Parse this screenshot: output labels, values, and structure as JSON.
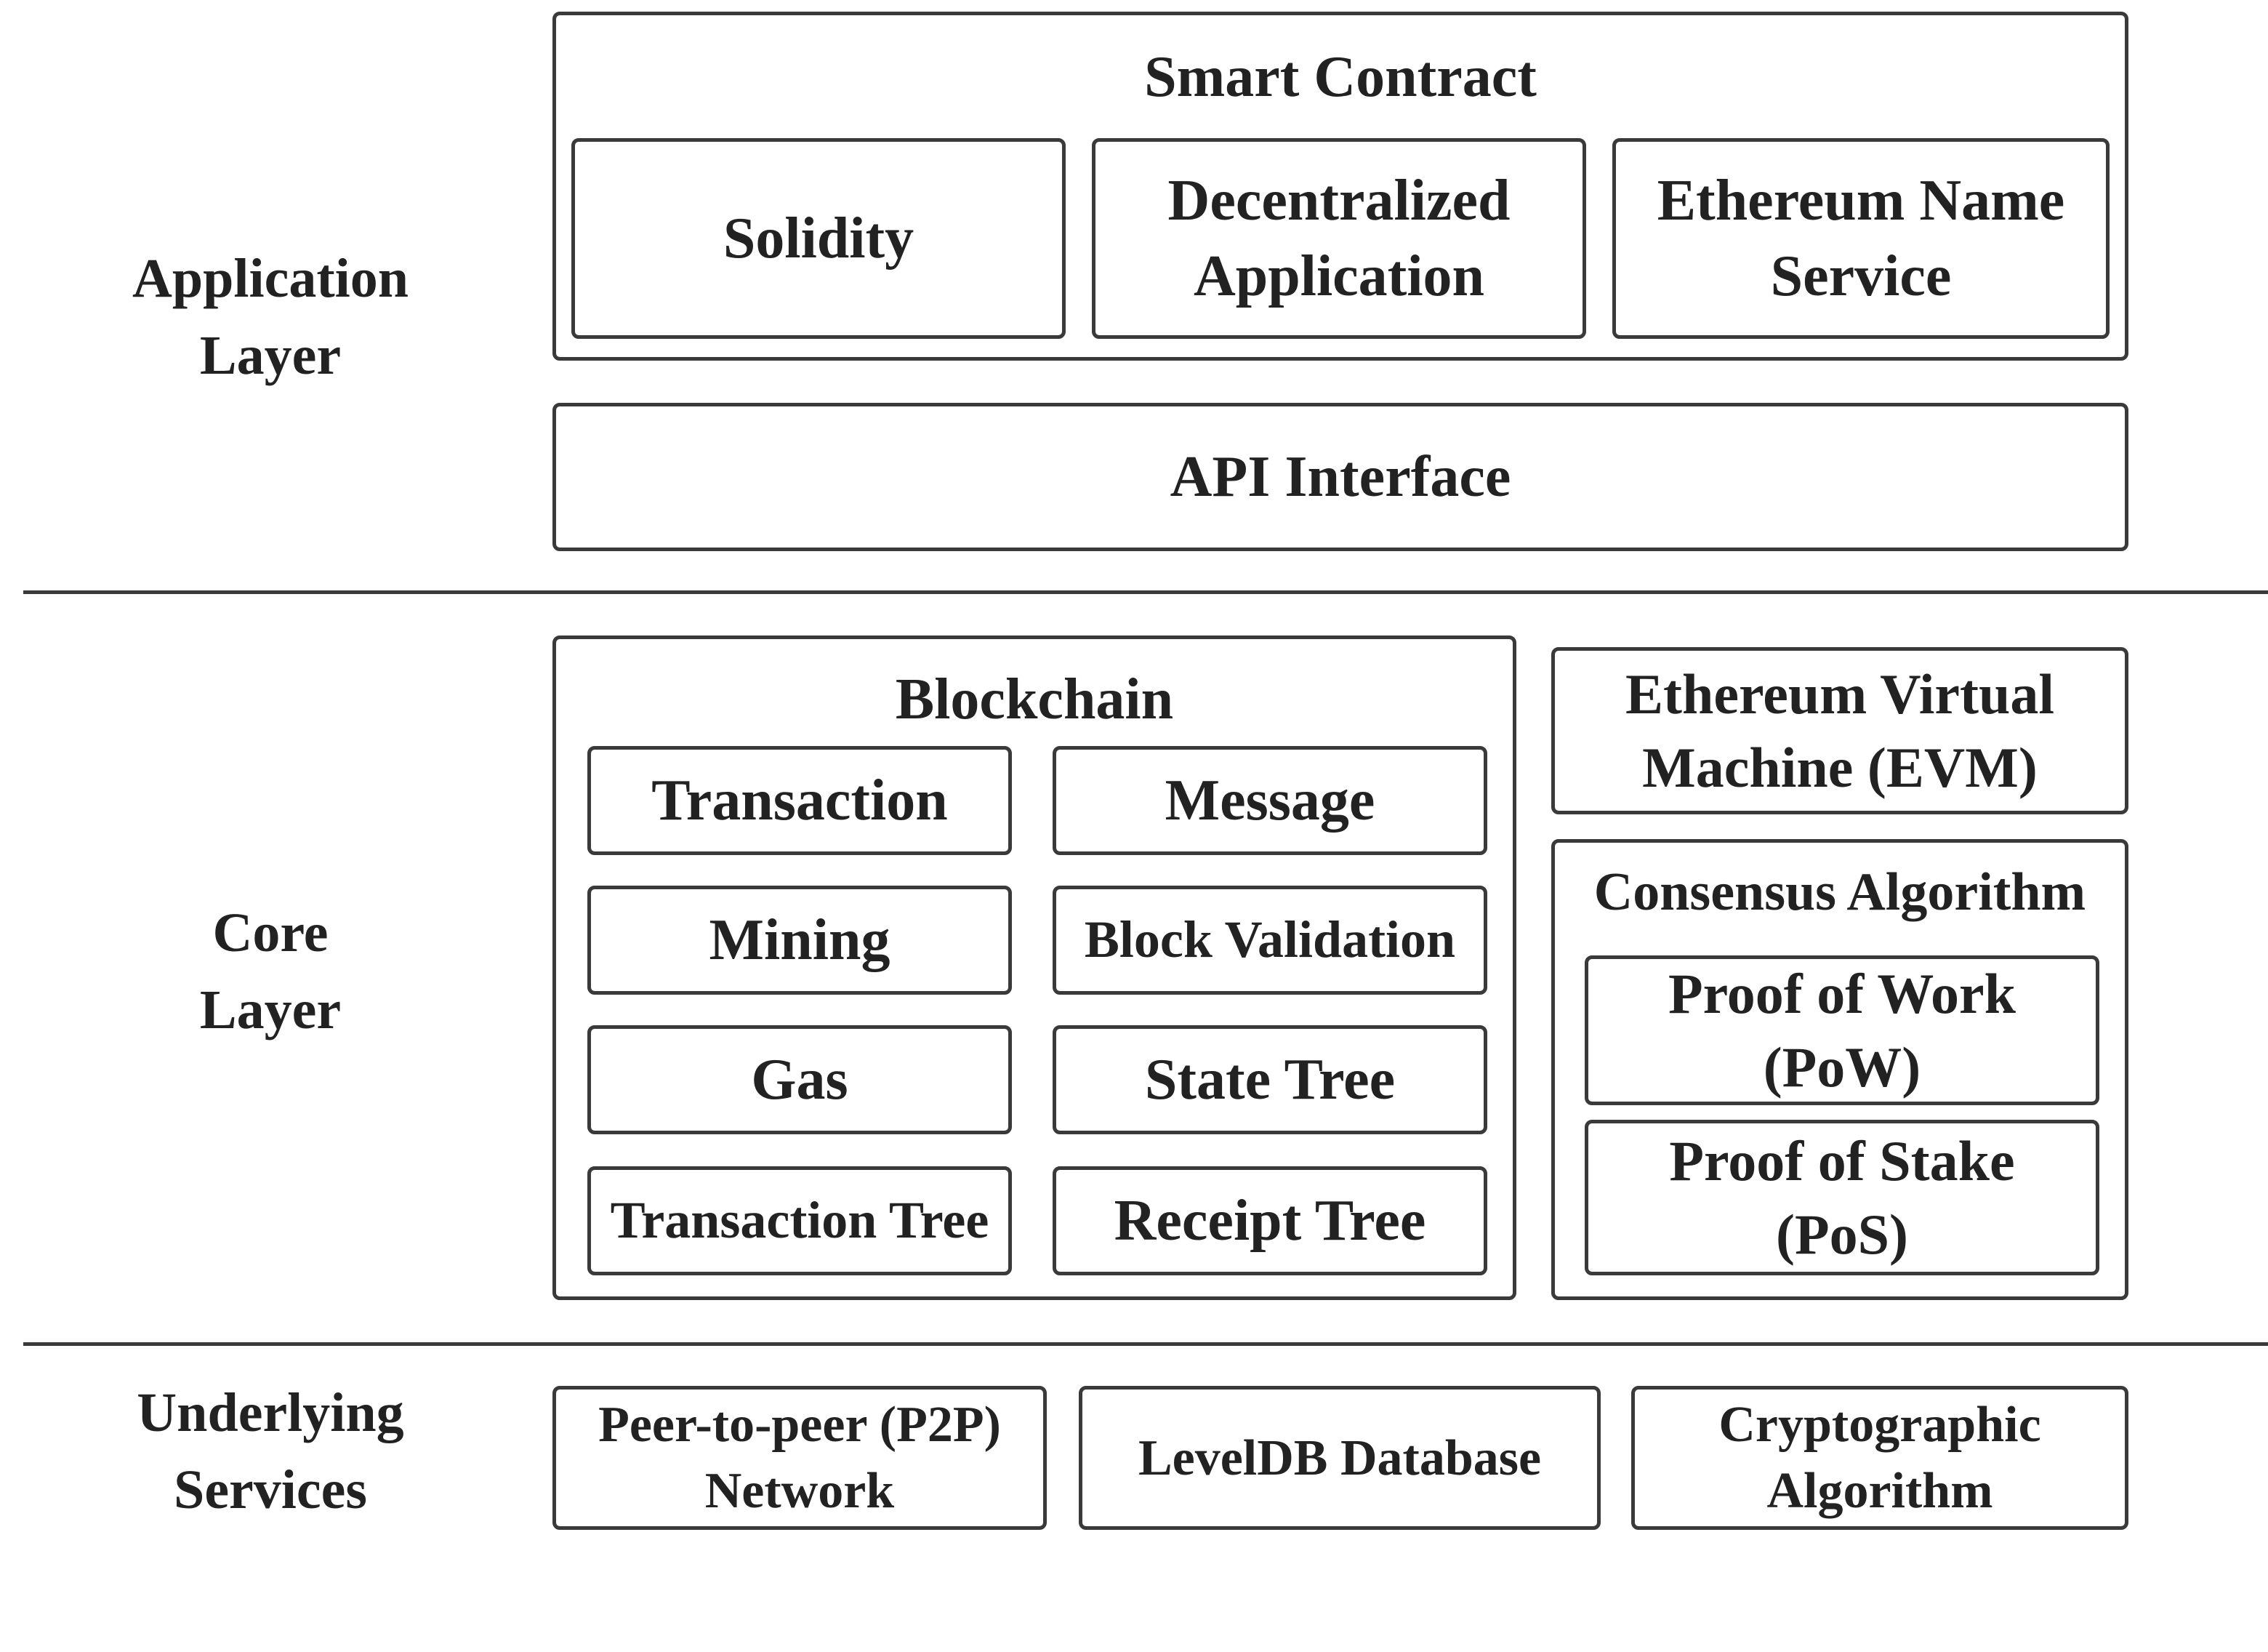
{
  "layers": {
    "application": "Application\nLayer",
    "core": "Core\nLayer",
    "underlying": "Underlying\nServices"
  },
  "application": {
    "smart_contract_title": "Smart Contract",
    "items": [
      "Solidity",
      "Decentralized\nApplication",
      "Ethereum Name\nService"
    ],
    "api": "API Interface"
  },
  "core": {
    "blockchain_title": "Blockchain",
    "blockchain_items": [
      "Transaction",
      "Message",
      "Mining",
      "Block Validation",
      "Gas",
      "State Tree",
      "Transaction Tree",
      "Receipt Tree"
    ],
    "evm": "Ethereum Virtual\nMachine (EVM)",
    "consensus_title": "Consensus Algorithm",
    "consensus_items": [
      "Proof of Work\n(PoW)",
      "Proof of Stake\n(PoS)"
    ]
  },
  "underlying": {
    "items": [
      "Peer-to-peer (P2P)\nNetwork",
      "LevelDB Database",
      "Cryptographic\nAlgorithm"
    ]
  }
}
